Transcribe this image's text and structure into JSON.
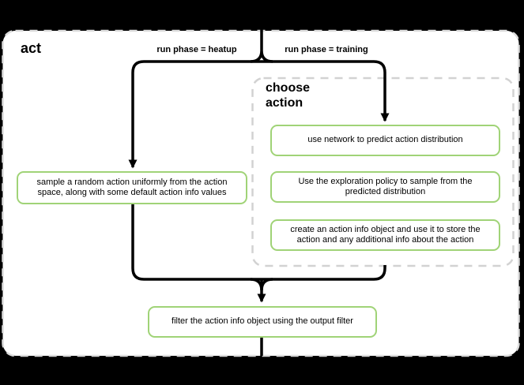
{
  "diagram": {
    "title": "act",
    "branch_labels": {
      "heatup": "run phase = heatup",
      "training": "run phase = training"
    },
    "group_title": "choose action",
    "nodes": {
      "sample": "sample a random action uniformly from the action space, along with some default action info values",
      "network": "use network to predict action distribution",
      "explore": "Use the exploration policy to sample from the predicted distribution",
      "create": "create an action info object and use it to store the action and any additional info about the action",
      "filter": "filter the action info object using the output filter"
    },
    "colors": {
      "background": "#000000",
      "canvas": "#ffffff",
      "frame_border": "#dcdcdc",
      "group_border": "#d2d2d2",
      "node_border": "#a0d377",
      "connector": "#000000",
      "text": "#000000"
    }
  }
}
